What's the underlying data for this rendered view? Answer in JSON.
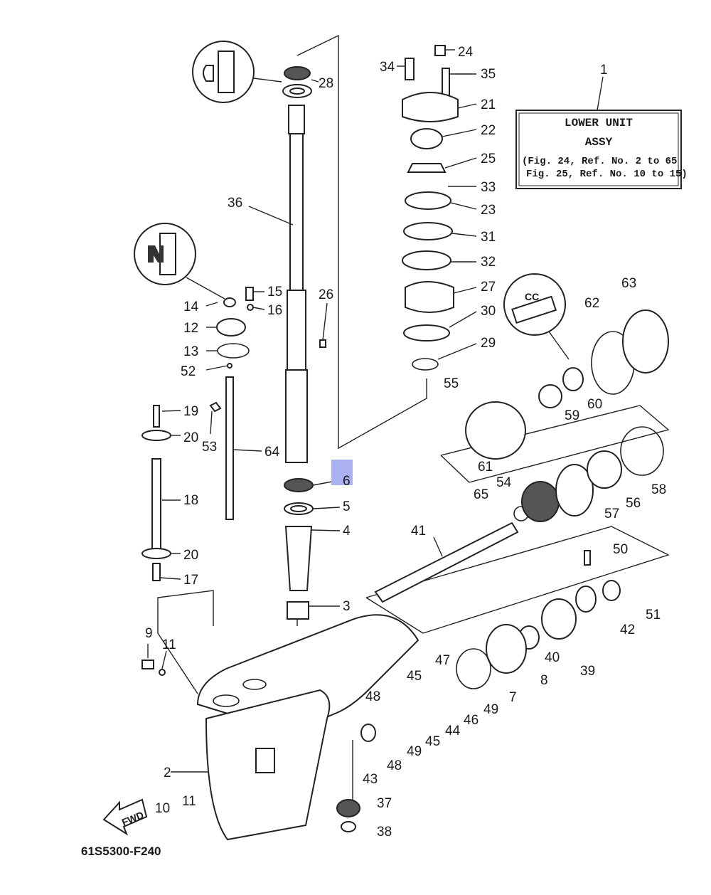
{
  "diagram_code": "61S5300-F240",
  "info_box": {
    "title": "LOWER UNIT",
    "subtitle": "ASSY",
    "line1": "(Fig. 24, Ref. No. 2 to 65",
    "line2": "Fig. 25, Ref. No. 10 to 15)"
  },
  "fwd_label": "FWD",
  "highlight_color": "#aab0f0",
  "labels": {
    "n1": "1",
    "n2": "2",
    "n3": "3",
    "n4": "4",
    "n5": "5",
    "n6": "6",
    "n7": "7",
    "n8": "8",
    "n9": "9",
    "n10": "10",
    "n11a": "11",
    "n11b": "11",
    "n12": "12",
    "n13": "13",
    "n14": "14",
    "n15": "15",
    "n16": "16",
    "n17": "17",
    "n18": "18",
    "n19": "19",
    "n20a": "20",
    "n20b": "20",
    "n21": "21",
    "n22": "22",
    "n23": "23",
    "n24": "24",
    "n25": "25",
    "n26": "26",
    "n27": "27",
    "n28": "28",
    "n29": "29",
    "n30": "30",
    "n31": "31",
    "n32": "32",
    "n33": "33",
    "n34": "34",
    "n35": "35",
    "n36": "36",
    "n37": "37",
    "n38": "38",
    "n39": "39",
    "n40": "40",
    "n41": "41",
    "n42": "42",
    "n43": "43",
    "n44": "44",
    "n45a": "45",
    "n45b": "45",
    "n46": "46",
    "n47": "47",
    "n48a": "48",
    "n48b": "48",
    "n49a": "49",
    "n49b": "49",
    "n50": "50",
    "n51": "51",
    "n52": "52",
    "n53": "53",
    "n54": "54",
    "n55": "55",
    "n56": "56",
    "n57": "57",
    "n58": "58",
    "n59": "59",
    "n60": "60",
    "n61": "61",
    "n62": "62",
    "n63": "63",
    "n64": "64",
    "n65": "65"
  }
}
